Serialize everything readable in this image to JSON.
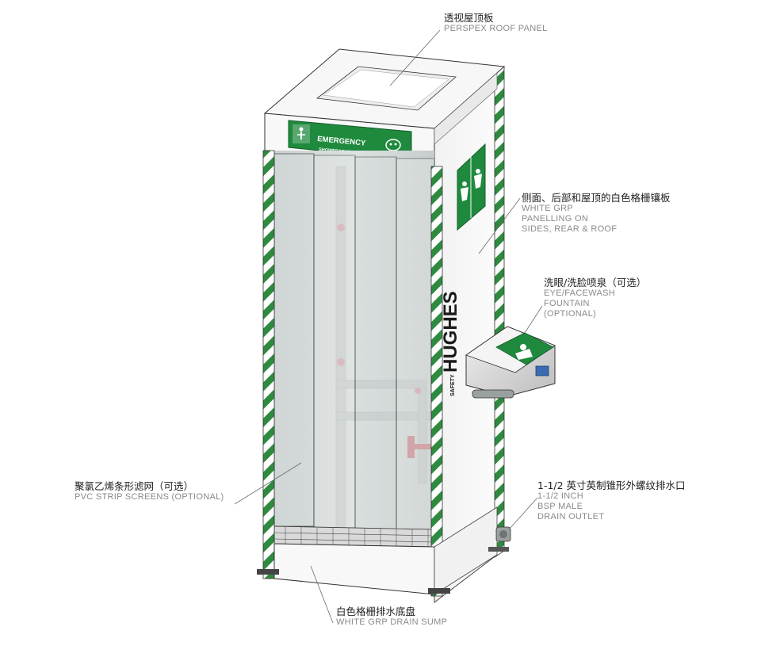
{
  "colors": {
    "safety_green": "#2f8a3f",
    "sign_green": "#1f8a3e",
    "panel_white": "#f6f6f6",
    "frame_grey": "#c8ccc9",
    "strip_tint": "#cfd5d4",
    "label_grey": "#8a8a8a",
    "label_dark": "#222222"
  },
  "sign": {
    "line1": "EMERGENCY",
    "line2": "SHOWER&EYEWASH"
  },
  "brand": {
    "vertical": "HUGHES",
    "small": "SAFETY"
  },
  "labels": {
    "roof": {
      "zh": "透视屋顶板",
      "en": "PERSPEX ROOF PANEL"
    },
    "panelling": {
      "zh": "侧面、后部和屋顶的白色格栅镶板",
      "en": [
        "WHITE GRP",
        "PANELLING ON",
        "SIDES, REAR & ROOF"
      ]
    },
    "eyewash": {
      "zh": "洗眼/洗脸喷泉（可选）",
      "en": [
        "EYE/FACEWASH",
        "FOUNTAIN",
        "(OPTIONAL)"
      ]
    },
    "strips": {
      "zh": "聚氯乙烯条形滤网（可选）",
      "en": "PVC STRIP SCREENS (OPTIONAL)"
    },
    "drain_outlet": {
      "zh": "1-1/2 英寸英制锥形外螺纹排水口",
      "en": [
        "1-1/2 INCH",
        "BSP MALE",
        "DRAIN OUTLET"
      ]
    },
    "sump": {
      "zh": "白色格栅排水底盘",
      "en": "WHITE GRP DRAIN SUMP"
    }
  }
}
